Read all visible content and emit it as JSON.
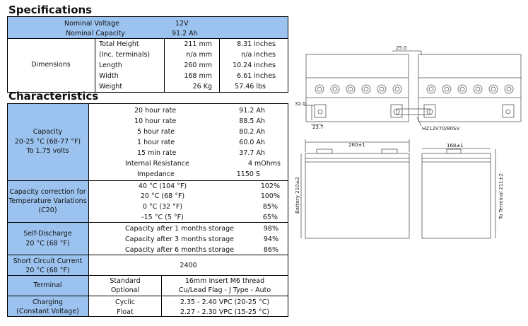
{
  "specifications": {
    "heading": "Specifications",
    "nominal_voltage": {
      "label": "Nominal Voltage",
      "value": "12V"
    },
    "nominal_capacity": {
      "label": "Nominal Capacity",
      "value": "91.2 Ah"
    },
    "dimensions": {
      "label": "Dimensions",
      "rows": [
        {
          "name": "Total Height",
          "mm": "211 mm",
          "in": "8.31 inches"
        },
        {
          "name": "(Inc. terminals)",
          "mm": "n/a mm",
          "in": "n/a inches"
        },
        {
          "name": "Length",
          "mm": "260 mm",
          "in": "10.24 inches"
        },
        {
          "name": "Width",
          "mm": "168 mm",
          "in": "6.61 inches"
        },
        {
          "name": "Weight",
          "mm": "26 Kg",
          "in": "57.46 lbs"
        }
      ]
    }
  },
  "characteristics": {
    "heading": "Characteristics",
    "capacity": {
      "label_line1": "Capacity",
      "label_line2": "20-25 °C (68-77 °F)",
      "label_line3": "To 1.75 volts",
      "rows": [
        {
          "name": "20 hour rate",
          "value": "91.2 Ah"
        },
        {
          "name": "10 hour rate",
          "value": "88.5 Ah"
        },
        {
          "name": "5 hour rate",
          "value": "80.2 Ah"
        },
        {
          "name": "1 hour rate",
          "value": "60.0 Ah"
        },
        {
          "name": "15 min rate",
          "value": "37.7 Ah"
        },
        {
          "name": "Internal Resistance",
          "value": "4 mOhms"
        },
        {
          "name": "Impedance",
          "value": "1150 S"
        }
      ]
    },
    "temp_correction": {
      "label_line1": "Capacity correction for",
      "label_line2": "Temperature Variations",
      "label_line3": "(C20)",
      "rows": [
        {
          "name": "40 °C (104 °F)",
          "value": "102%"
        },
        {
          "name": "20 °C (68 °F)",
          "value": "100%"
        },
        {
          "name": "0 °C (32 °F)",
          "value": "85%"
        },
        {
          "name": "-15 °C (5 °F)",
          "value": "65%"
        }
      ]
    },
    "self_discharge": {
      "label_line1": "Self-Discharge",
      "label_line2": "20 °C (68 °F)",
      "rows": [
        {
          "name": "Capacity after 1 months storage",
          "value": "98%"
        },
        {
          "name": "Capacity after 3 months storage",
          "value": "94%"
        },
        {
          "name": "Capacity after 6 months storage",
          "value": "86%"
        }
      ]
    },
    "short_circuit": {
      "label_line1": "Short Circuit Current",
      "label_line2": "20 °C (68 °F)",
      "value": "2400"
    },
    "terminal": {
      "label": "Terminal",
      "standard_label": "Standard",
      "standard_value": "16mm Insert M6 thread",
      "optional_label": "Optional",
      "optional_value": "Cu/Lead Flag - J Type - Auto"
    },
    "charging": {
      "label_line1": "Charging",
      "label_line2": "(Constant Voltage)",
      "cyclic_label": "Cyclic",
      "cyclic_value": "2.35 - 2.40 VPC  (20-25 °C)",
      "float_label": "Float",
      "float_value": "2.27 - 2.30 VPC (15-25 °C)"
    }
  },
  "drawing": {
    "dim_top": "25.0",
    "dim_left": "32.0",
    "dim_left_small": "23.7",
    "model": "HZ12V70/80SV",
    "length": "260±1",
    "width": "168±1",
    "battery_height": "Battery 210±2",
    "terminal_height": "To Terminal 211±2"
  },
  "colors": {
    "label_fill": "#9cc3ef",
    "border": "#000000"
  }
}
